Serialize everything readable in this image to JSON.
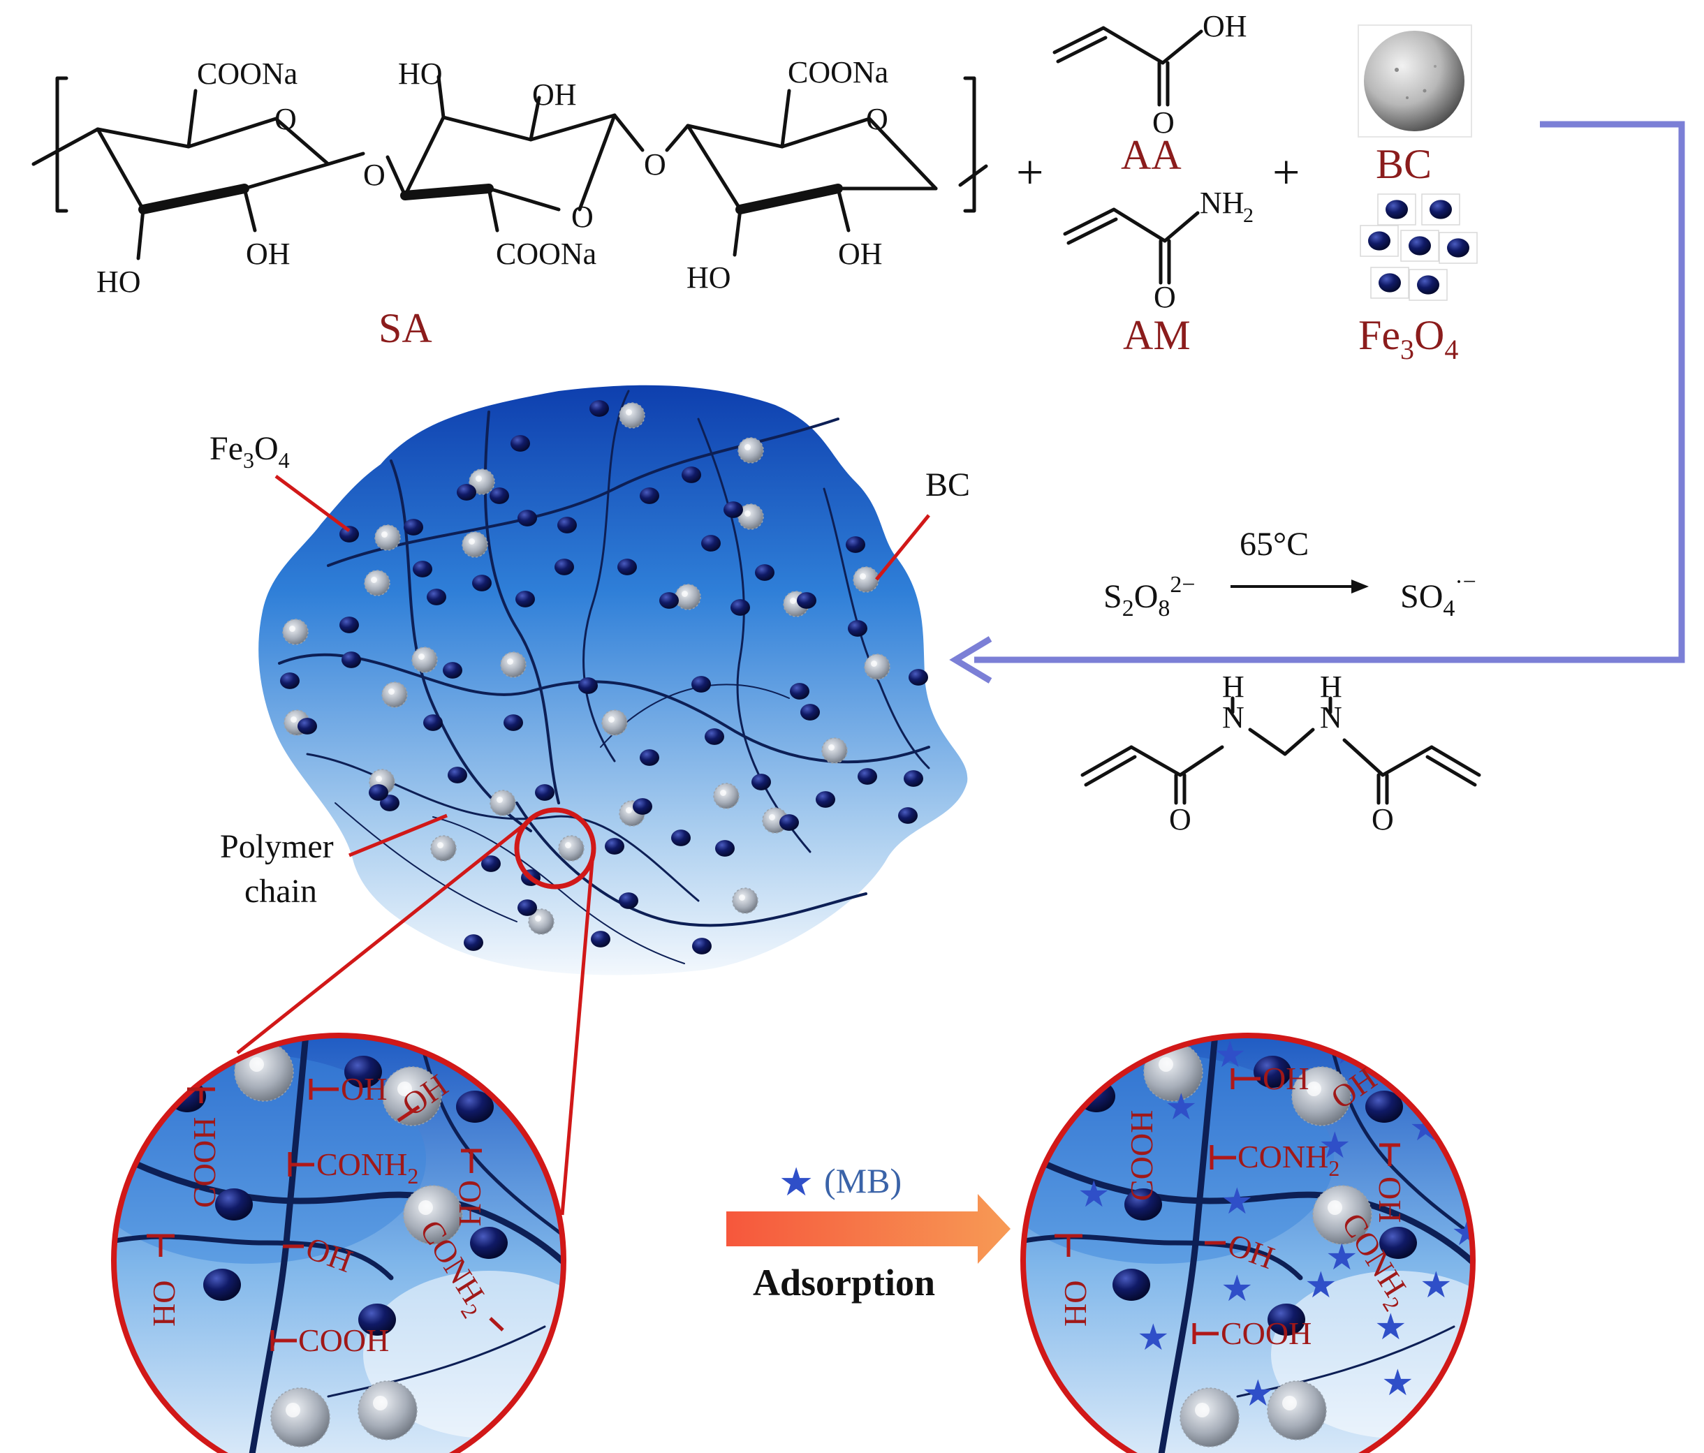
{
  "sa_structure": {
    "name": "SA",
    "groups": {
      "coona_1": "COONa",
      "coona_2": "COONa",
      "coona_3": "COONa",
      "ho_top": "HO",
      "oh_top": "OH",
      "ring_o_1": "O",
      "ring_o_2": "O",
      "ring_o_3": "O",
      "link_o_1": "O",
      "link_o_2": "O",
      "ho_bottom_1": "HO",
      "oh_bottom_1": "OH",
      "ho_bottom_2": "HO",
      "oh_bottom_2": "OH"
    }
  },
  "reagents": {
    "plus": "+",
    "aa": {
      "name": "AA",
      "oh": "OH",
      "o": "O"
    },
    "am": {
      "name": "AM",
      "nh2": "NH",
      "nh2_sub": "2",
      "o": "O"
    },
    "bc": {
      "name": "BC"
    },
    "fe3o4": {
      "name_fe": "Fe",
      "name_sub3": "3",
      "name_o": "O",
      "name_sub4": "4"
    }
  },
  "reaction": {
    "temperature": "65°C",
    "initiator": {
      "s": "S",
      "s_sub": "2",
      "o": "O",
      "o_sub": "8",
      "charge": "2−"
    },
    "radical": {
      "so": "SO",
      "so_sub": "4",
      "charge": "·−"
    },
    "crosslinker": {
      "h1": "H",
      "n1": "N",
      "h2": "H",
      "n2": "N",
      "o1": "O",
      "o2": "O"
    }
  },
  "hydrogel_labels": {
    "fe3o4": {
      "fe": "Fe",
      "sub3": "3",
      "o": "O",
      "sub4": "4"
    },
    "bc": "BC",
    "polymer_chain_line1": "Polymer",
    "polymer_chain_line2": "chain"
  },
  "zoom_groups": {
    "oh_1": "OH",
    "oh_2": "OH",
    "cooh_1": "COOH",
    "conh2": "CONH",
    "conh2_sub": "2",
    "oh_3": "OH",
    "ho": "HO",
    "oh_4": "OH",
    "conh2_rot": "CONH",
    "conh2_rot_sub": "2",
    "cooh_2": "COOH"
  },
  "adsorption": {
    "star_label": "(MB)",
    "arrow_label": "Adsorption"
  },
  "colors": {
    "label_red": "#8b1c1c",
    "accent_red": "#d11818",
    "flow_arrow": "#7b7fd6",
    "gel_blue": "#1f5fc4",
    "chain": "#0d1f55",
    "dot": "#0b1550",
    "star": "#2f4fc8",
    "adsorption_arrow": "#f0604a"
  }
}
